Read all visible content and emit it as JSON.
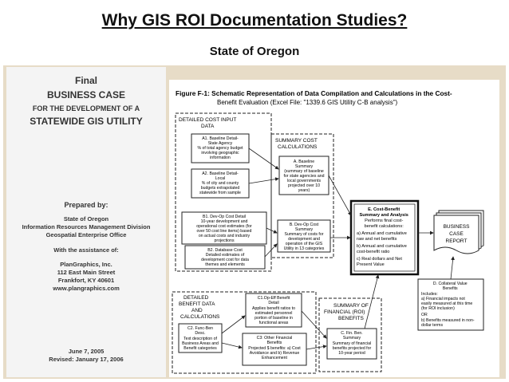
{
  "slide": {
    "title": "Why GIS ROI Documentation Studies?",
    "subtitle": "State of Oregon"
  },
  "cover": {
    "final": "Final",
    "business_case": "BUSINESS CASE",
    "for_dev": "FOR THE DEVELOPMENT OF A",
    "statewide": "STATEWIDE GIS UTILITY",
    "prepared_by": "Prepared by:",
    "prep_lines": [
      "State of Oregon",
      "Information Resources Management Division",
      "Geospatial Enterprise Office"
    ],
    "assist": "With the assistance of:",
    "assist_lines": [
      "PlanGraphics, Inc.",
      "112 East Main Street",
      "Frankfort, KY 40601",
      "www.plangraphics.com"
    ],
    "date1": "June 7, 2005",
    "date2": "Revised: January 17, 2006"
  },
  "figure": {
    "title1": "Figure F-1: Schematic Representation of Data Compilation and Calculations in the Cost-",
    "title2": "Benefit Evaluation (Excel File: \"1339.6 GIS Utility C-B analysis\")",
    "detailed_input": [
      "DETAILED COST INPUT",
      "DATA"
    ],
    "a1": [
      "A1. Baseline Detail-",
      "State Agency",
      "% of total agency budget",
      "involving geographic",
      "information"
    ],
    "a2": [
      "A2. Baseline Detail-",
      "Local",
      "% of city and county",
      "budgets extrapolated",
      "statewide from sample"
    ],
    "b1": [
      "B1. Dev-Op Cost Detail",
      "10-year development and",
      "operational cost estimates (for",
      "over 50 cost line items) based",
      "on actual costs and industry",
      "projections"
    ],
    "b2": [
      "B2. Database Cost",
      "Detailed estimates of",
      "development cost for data",
      "themes and elements"
    ],
    "summary_cost": [
      "SUMMARY COST",
      "CALCULATIONS"
    ],
    "a_base": [
      "A. Baseline",
      "Summary",
      "(summary of baseline",
      "for state agencies and",
      "local governments",
      "projected over 10",
      "years)"
    ],
    "b_devop": [
      "B. Dev-Op Cost",
      "Summary",
      "Summary of costs for",
      "development and",
      "operation of the GIS",
      "Utility in 13 categories"
    ],
    "e_cb": [
      "E. Cost-Benefit",
      "Summary and Analysis",
      "Performs final cost-",
      "benefit calculations:",
      "a) Annual and cumulative",
      "raw and net benefits",
      "b) Annual and cumulative",
      "cost-benefit ratio",
      "c) Real dollars and Net",
      "Present Value"
    ],
    "report": [
      "BUSINESS",
      "CASE",
      "REPORT"
    ],
    "d_coll": [
      "D. Collateral Value",
      "Benefits",
      "Includes:",
      "a) Financial impacts not",
      "easily measured at this time",
      "(for ROI inclusion)",
      "OR",
      "b) Benefits measured in non-",
      "dollar terms"
    ],
    "detailed_benefit": [
      "DETAILED",
      "BENEFIT DATA",
      "AND",
      "CALCULATIONS"
    ],
    "c1": [
      "C1.Op-Eff Benefit",
      "Detail",
      "Applies benefit ratios to",
      "estimated personnel",
      "portion of baseline in",
      "functional areas"
    ],
    "c2": [
      "C2. Func-Ben",
      "Desc.",
      "Text description of",
      "Business Areas and",
      "Benefit categories"
    ],
    "c3": [
      "C3: Other Financial",
      "Benefits",
      "Projected $ benefits: a) Cost",
      "Avoidance and b) Revenue",
      "Enhancement"
    ],
    "summary_fin": [
      "SUMMARY OF",
      "FINANCIAL (ROI)",
      "BENEFITS"
    ],
    "c_fin": [
      "C. Fin. Ben.",
      "Summary",
      "Summary of financial",
      "benefits projected for",
      "10-year period"
    ]
  }
}
